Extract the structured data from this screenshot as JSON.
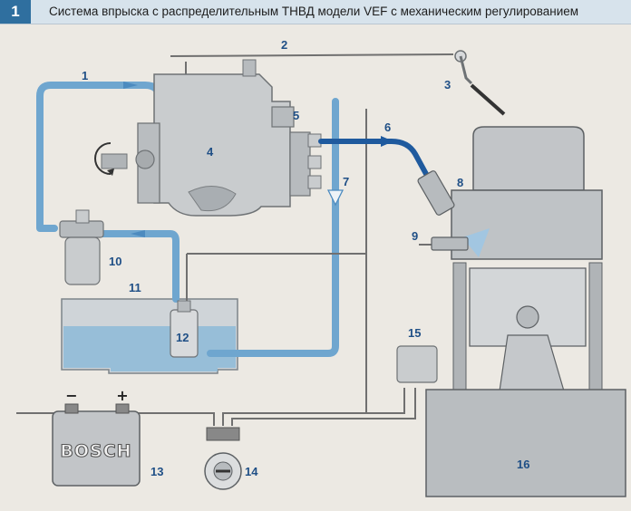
{
  "figure": {
    "number": "1",
    "title": "Система впрыска с распределительным ТНВД модели VEF с механическим регулированием"
  },
  "labels": [
    "1",
    "2",
    "3",
    "4",
    "5",
    "6",
    "7",
    "8",
    "9",
    "10",
    "11",
    "12",
    "13",
    "14",
    "15",
    "16"
  ],
  "battery": {
    "brand": "BOSCH",
    "minus": "−",
    "plus": "+"
  },
  "colors": {
    "fuel_line": "#6fa6cf",
    "high_pressure": "#1f5a9e",
    "accent": "#2f6f9f",
    "label": "#1f4f86"
  }
}
